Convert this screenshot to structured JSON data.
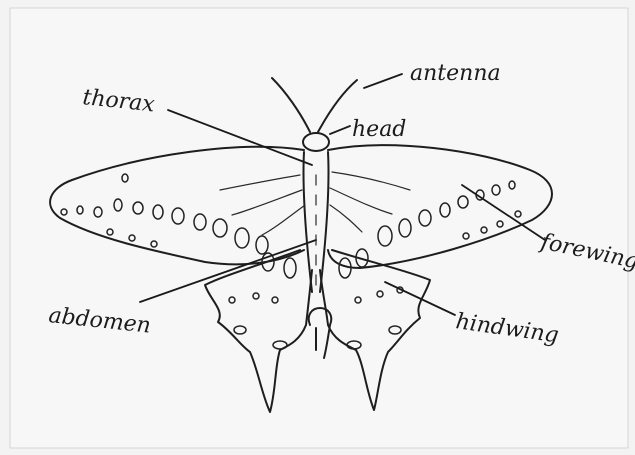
{
  "diagram": {
    "labels": {
      "antenna": "antenna",
      "thorax": "thorax",
      "head": "head",
      "forewing": "forewing",
      "abdomen": "abdomen",
      "hindwing": "hindwing"
    },
    "colors": {
      "paper": "#f7f7f7",
      "ink": "#1e1e1e"
    }
  }
}
